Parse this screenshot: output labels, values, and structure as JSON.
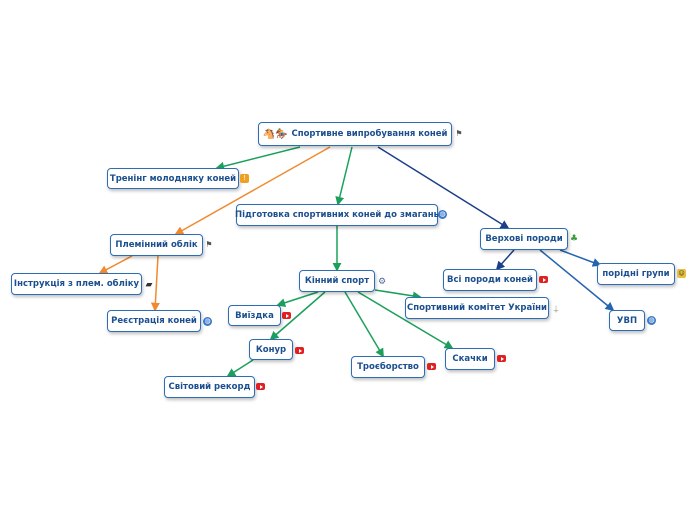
{
  "colors": {
    "green": "#1aa05a",
    "orange": "#f08a30",
    "navy": "#1d3f8a",
    "blue": "#2464b0",
    "node_border": "#2c6db5",
    "node_text": "#1b4f8f"
  },
  "nodes": [
    {
      "id": "root",
      "label": "Спортивне випробування коней",
      "pre": "🐴🏇",
      "icon": "flag-icon",
      "icon_glyph": "⚑",
      "icon_class": "flag"
    },
    {
      "id": "trening",
      "label": "Тренінг молодняку коней",
      "icon": "bulb-icon",
      "icon_glyph": "!",
      "icon_class": "bulb"
    },
    {
      "id": "pidgotovka",
      "label": "Підготовка спортивних коней до змагань",
      "icon": "globe-icon",
      "icon_glyph": "◍",
      "icon_class": "globe"
    },
    {
      "id": "verkhovi",
      "label": "Верхові породи",
      "icon": "tree-icon",
      "icon_glyph": "♣",
      "icon_class": "tree"
    },
    {
      "id": "pleminnyi",
      "label": "Племінний облік",
      "icon": "flag-icon",
      "icon_glyph": "⚑",
      "icon_class": "flag"
    },
    {
      "id": "instruktsiya",
      "label": "Інструкція з плем. обліку",
      "icon": "camera-icon",
      "icon_glyph": "▰",
      "icon_class": "cam"
    },
    {
      "id": "reiestratsiya",
      "label": "Реєстрація коней",
      "icon": "globe-icon",
      "icon_glyph": "◍",
      "icon_class": "globe"
    },
    {
      "id": "kinnyi",
      "label": "Кінний спорт",
      "icon": "gear-icon",
      "icon_glyph": "⚙",
      "icon_class": "gear"
    },
    {
      "id": "vyizdka",
      "label": "Виїздка",
      "icon": "youtube-icon",
      "icon_glyph": "",
      "icon_class": "yt"
    },
    {
      "id": "konur",
      "label": "Конур",
      "icon": "youtube-icon",
      "icon_glyph": "",
      "icon_class": "yt"
    },
    {
      "id": "svitovyi",
      "label": "Світовий рекорд",
      "icon": "youtube-icon",
      "icon_glyph": "",
      "icon_class": "yt"
    },
    {
      "id": "troieborstvo",
      "label": "Троєборство",
      "icon": "youtube-icon",
      "icon_glyph": "",
      "icon_class": "yt"
    },
    {
      "id": "skachky",
      "label": "Скачки",
      "icon": "youtube-icon",
      "icon_glyph": "",
      "icon_class": "yt"
    },
    {
      "id": "komitet",
      "label": "Спортивний комітет України",
      "icon": "microphone-icon",
      "icon_glyph": "⍊",
      "icon_class": "mic"
    },
    {
      "id": "vsi",
      "label": "Всі породи коней",
      "icon": "youtube-icon",
      "icon_glyph": "",
      "icon_class": "yt"
    },
    {
      "id": "poridni",
      "label": "порідні групи",
      "icon": "people-icon",
      "icon_glyph": "☺",
      "icon_class": "people"
    },
    {
      "id": "uvp",
      "label": "УВП",
      "icon": "globe-icon",
      "icon_glyph": "◍",
      "icon_class": "globe"
    }
  ],
  "edges": [
    {
      "from": "root",
      "to": "trening",
      "color": "green"
    },
    {
      "from": "root",
      "to": "pleminnyi",
      "color": "orange"
    },
    {
      "from": "root",
      "to": "pidgotovka",
      "color": "green"
    },
    {
      "from": "root",
      "to": "verkhovi",
      "color": "navy"
    },
    {
      "from": "pleminnyi",
      "to": "instruktsiya",
      "color": "orange"
    },
    {
      "from": "pleminnyi",
      "to": "reiestratsiya",
      "color": "orange"
    },
    {
      "from": "pidgotovka",
      "to": "kinnyi",
      "color": "green"
    },
    {
      "from": "kinnyi",
      "to": "vyizdka",
      "color": "green"
    },
    {
      "from": "kinnyi",
      "to": "konur",
      "color": "green"
    },
    {
      "from": "konur",
      "to": "svitovyi",
      "color": "green"
    },
    {
      "from": "kinnyi",
      "to": "troieborstvo",
      "color": "green"
    },
    {
      "from": "kinnyi",
      "to": "skachky",
      "color": "green"
    },
    {
      "from": "kinnyi",
      "to": "komitet",
      "color": "green"
    },
    {
      "from": "verkhovi",
      "to": "vsi",
      "color": "navy"
    },
    {
      "from": "verkhovi",
      "to": "poridni",
      "color": "blue"
    },
    {
      "from": "verkhovi",
      "to": "uvp",
      "color": "blue"
    }
  ]
}
